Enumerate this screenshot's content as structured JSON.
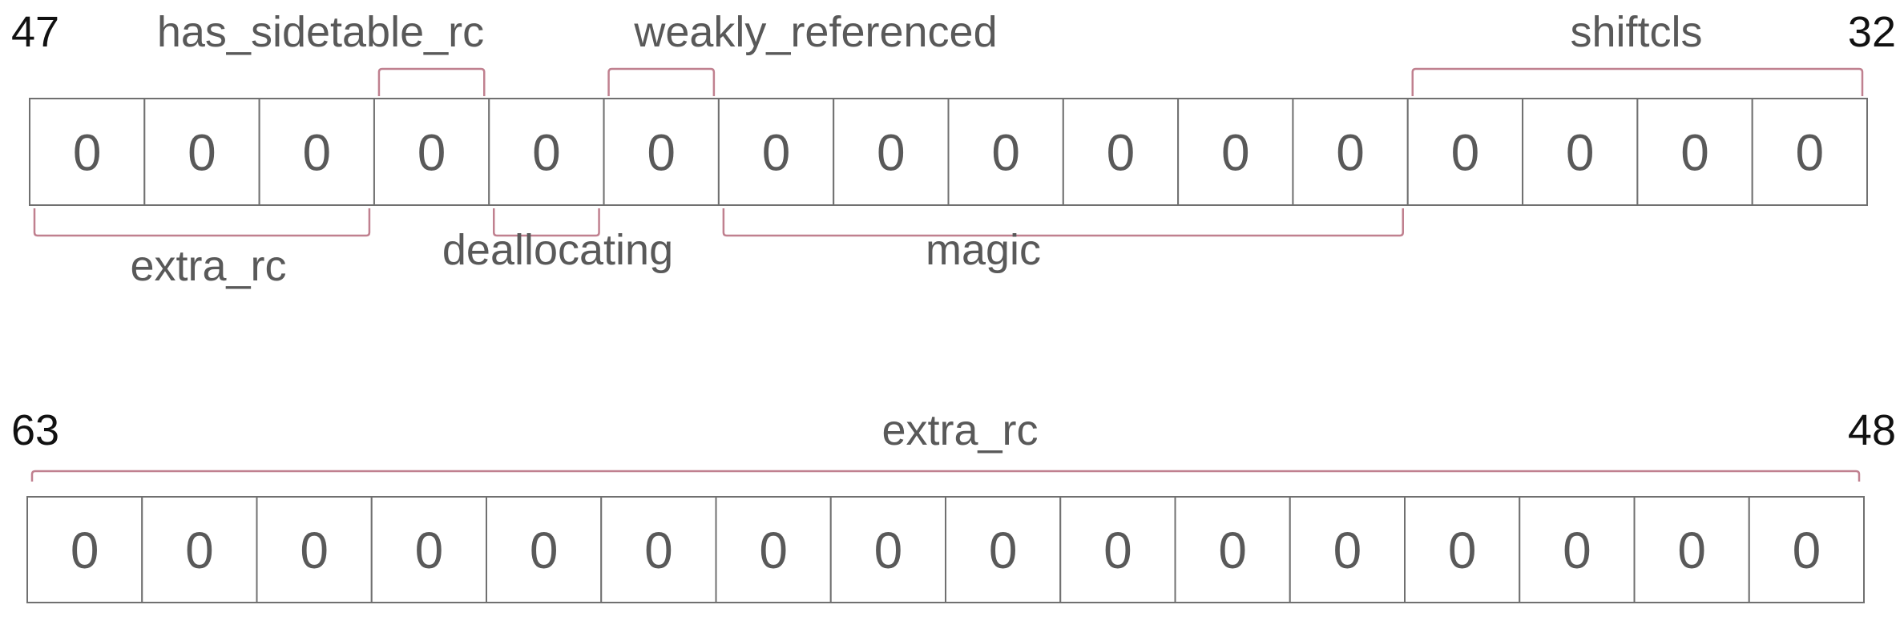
{
  "colors": {
    "bracket": "#c0808f",
    "cell_border": "#707070",
    "cell_text": "#595959",
    "label_text": "#595959",
    "bit_number_text": "#111111",
    "background": "#ffffff"
  },
  "rows": [
    {
      "name": "bits-32-47",
      "high_bit": "47",
      "low_bit": "32",
      "cells": [
        "0",
        "0",
        "0",
        "0",
        "0",
        "0",
        "0",
        "0",
        "0",
        "0",
        "0",
        "0",
        "0",
        "0",
        "0",
        "0"
      ],
      "fields": [
        {
          "name": "extra_rc",
          "bits": 3,
          "side": "below"
        },
        {
          "name": "has_sidetable_rc",
          "bits": 1,
          "side": "above"
        },
        {
          "name": "deallocating",
          "bits": 1,
          "side": "below"
        },
        {
          "name": "weakly_referenced",
          "bits": 1,
          "side": "above"
        },
        {
          "name": "magic",
          "bits": 6,
          "side": "below"
        },
        {
          "name": "shiftcls",
          "bits": 4,
          "side": "above"
        }
      ]
    },
    {
      "name": "bits-48-63",
      "high_bit": "63",
      "low_bit": "48",
      "cells": [
        "0",
        "0",
        "0",
        "0",
        "0",
        "0",
        "0",
        "0",
        "0",
        "0",
        "0",
        "0",
        "0",
        "0",
        "0",
        "0"
      ],
      "fields": [
        {
          "name": "extra_rc",
          "bits": 16,
          "side": "above"
        }
      ]
    }
  ]
}
